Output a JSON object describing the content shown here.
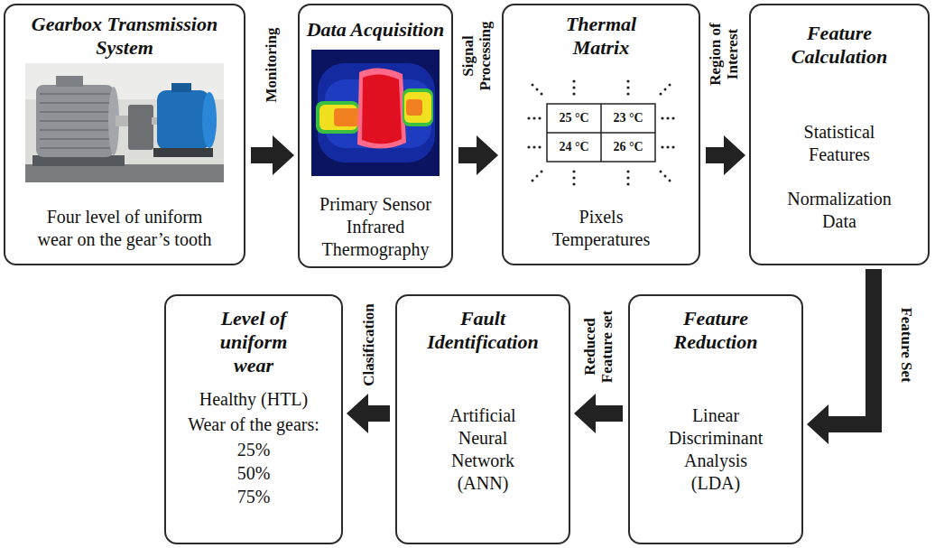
{
  "diagram": {
    "nodes": [
      {
        "text": [
          "Gearbox Transmission System",
          "Four level of uniform wear on the gear’s tooth"
        ]
      },
      {
        "text": [
          "Data Acquisition",
          "Primary Sensor Infrared Thermography"
        ]
      },
      {
        "text": [
          "Thermal Matrix",
          "Pixels Temperatures"
        ]
      },
      {
        "text": [
          "Feature Calculation",
          "Statistical Features",
          "Normalization Data"
        ]
      },
      {
        "text": [
          "Level of uniform wear",
          "Healthy (HTL)",
          "Wear of the gears:",
          "25%",
          "50%",
          "75%"
        ]
      },
      {
        "text": [
          "Fault Identification",
          "Artificial Neural Network (ANN)"
        ]
      },
      {
        "text": [
          "Feature Reduction",
          "Linear Discriminant Analysis (LDA)"
        ]
      }
    ],
    "edges": [
      {
        "from": 0,
        "to": 1,
        "arrow": "to",
        "label": "Monitoring"
      },
      {
        "from": 1,
        "to": 2,
        "arrow": "to",
        "label": "Signal Processing"
      },
      {
        "from": 2,
        "to": 3,
        "arrow": "to",
        "label": "Region of Interest"
      },
      {
        "from": 3,
        "to": 6,
        "arrow": "to",
        "label": "Feature Set"
      },
      {
        "from": 6,
        "to": 5,
        "arrow": "to",
        "label": "Reduced Feature set"
      },
      {
        "from": 5,
        "to": 4,
        "arrow": "to",
        "label": "Clasification"
      }
    ],
    "labels": [
      "25 °C",
      "23 °C",
      "24 °C",
      "26 °C"
    ]
  }
}
